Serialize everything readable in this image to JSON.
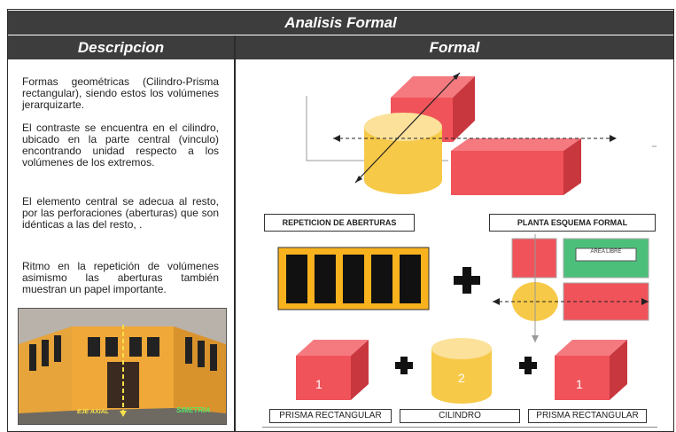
{
  "header": {
    "title": "Analisis Formal"
  },
  "columns": {
    "left": "Descripcion",
    "right": "Formal"
  },
  "descripcion": {
    "p1": "Formas geométricas (Cilindro-Prisma rectangular), siendo estos los volúmenes jerarquizarte.",
    "p2": "El contraste se encuentra en el cilindro, ubicado en la parte central (vinculo) encontrando unidad respecto a los volúmenes de los extremos.",
    "p3": "El elemento central se adecua al resto, por las perforaciones (aberturas) que son idénticas a las del resto, .",
    "p4": "Ritmo en la repetición de volúmenes asimismo las aberturas también muestran un papel importante."
  },
  "photo": {
    "axis_label": "EJE AXIAL",
    "sym_label": "SIMETRIA"
  },
  "diagram": {
    "label_repeticion": "REPETICION DE ABERTURAS",
    "label_planta": "PLANTA ESQUEMA FORMAL",
    "area_libre": "AREA LIBRE",
    "vol1_number": "1",
    "vol2_number": "2",
    "vol3_number": "1",
    "label_prisma_left": "PRISMA RECTANGULAR",
    "label_cilindro": "CILINDRO",
    "label_prisma_right": "PRISMA RECTANGULAR"
  },
  "colors": {
    "header_bg": "#3d3d3d",
    "prism_red": "#f0535a",
    "cylinder_yellow": "#f7c948",
    "window_black": "#111111",
    "green_panel": "#4cc07a"
  }
}
